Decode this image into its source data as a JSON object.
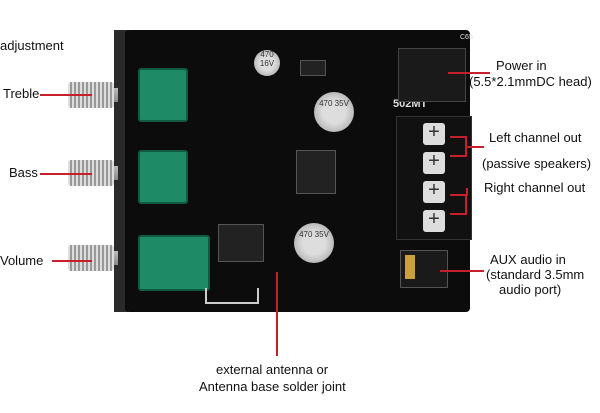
{
  "labels": {
    "adjustment": "adjustment",
    "treble": "Treble",
    "bass": "Bass",
    "volume": "Volume",
    "power_in": "Power in",
    "power_spec": "(5.5*2.1mmDC head)",
    "left_out": "Left channel out",
    "passive": "(passive speakers)",
    "right_out": "Right channel out",
    "aux_in": "AUX audio in",
    "aux_spec1": "(standard 3.5mm",
    "aux_spec2": "audio port)",
    "antenna1": "external antenna or",
    "antenna2": "Antenna base solder joint"
  },
  "board": {
    "model": "502MT",
    "cap_label": "470 35V",
    "cap_small": "470 16V"
  },
  "colors": {
    "leader": "#c8202a",
    "board": "#0c0c0c",
    "pot": "#1f8a66"
  }
}
